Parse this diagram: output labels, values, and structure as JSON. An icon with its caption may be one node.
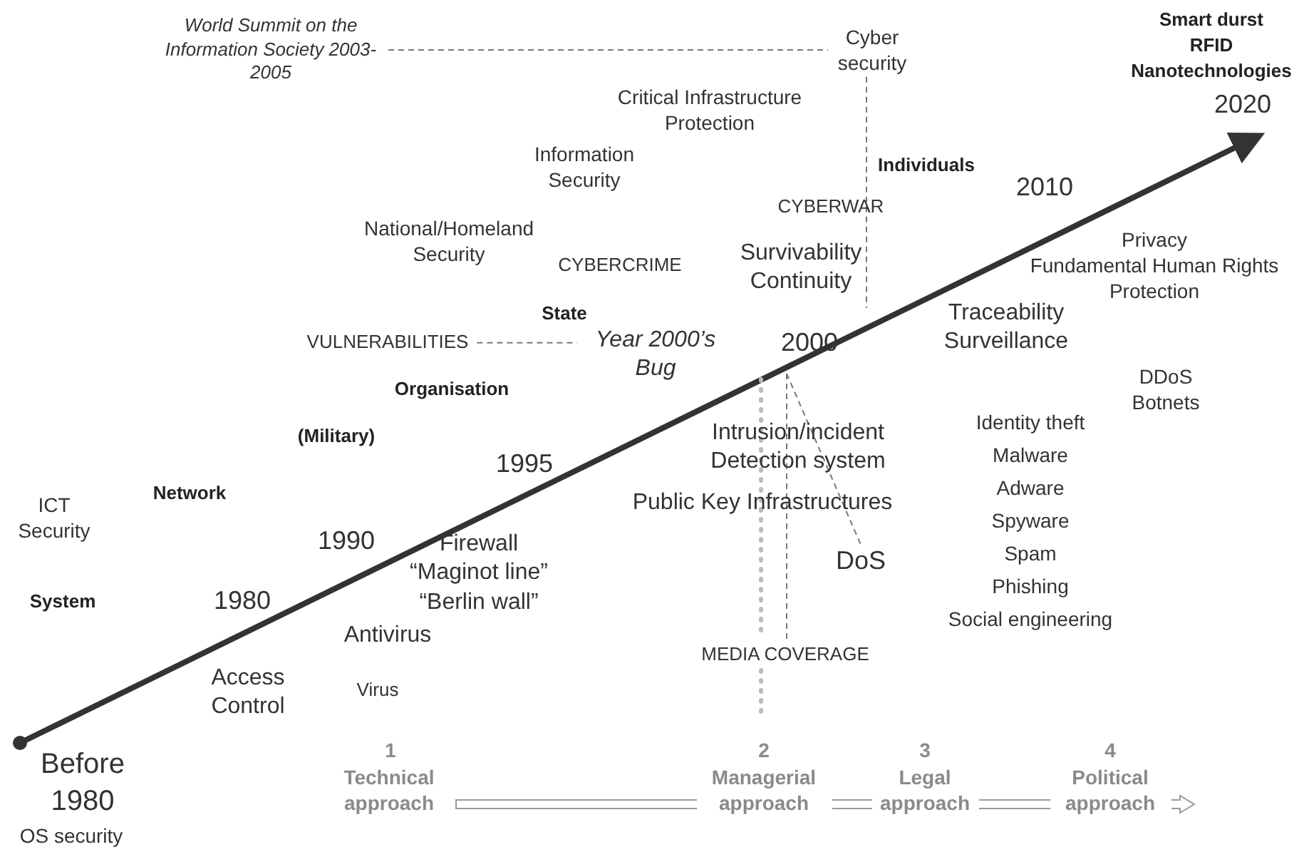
{
  "diagram": {
    "nodes": [
      {
        "text": [
          "World Summit on the Information Society 2003-2005"
        ]
      },
      {
        "text": [
          "Cyber security"
        ]
      },
      {
        "text": [
          "VULNERABILITIES"
        ]
      },
      {
        "text": [
          "Year 2000’s Bug"
        ]
      },
      {
        "text": [
          "2000"
        ]
      },
      {
        "text": [
          "DoS"
        ]
      },
      {
        "text": [
          "MEDIA COVERAGE"
        ]
      }
    ],
    "edges": [
      {
        "from": 0,
        "to": 1,
        "arrow": "none",
        "style": "dashed"
      },
      {
        "from": 1,
        "to": null,
        "arrow": "none",
        "style": "dashed"
      },
      {
        "from": 2,
        "to": 3,
        "arrow": "none",
        "style": "dashed"
      },
      {
        "from": 4,
        "to": 6,
        "arrow": "none",
        "style": "dashed"
      },
      {
        "from": 4,
        "to": 5,
        "arrow": "none",
        "style": "dashed"
      }
    ],
    "labels": [
      "Smart durst",
      "RFID",
      "Nanotechnologies",
      "2020",
      "Critical Infrastructure Protection",
      "Information Security",
      "Individuals",
      "2010",
      "CYBERWAR",
      "National/Homeland Security",
      "Privacy",
      "Fundamental Human Rights Protection",
      "Survivability Continuity",
      "CYBERCRIME",
      "Traceability Surveillance",
      "State",
      "Organisation",
      "DDoS Botnets",
      "Identity theft",
      "Malware",
      "Adware",
      "Spyware",
      "Spam",
      "Phishing",
      "Social engineering",
      "Intrusion/incident Detection system",
      "(Military)",
      "1995",
      "Network",
      "ICT Security",
      "Public Key Infrastructures",
      "1990",
      "Firewall “Maginot line” “Berlin wall”",
      "System",
      "1980",
      "Antivirus",
      "Access Control",
      "Virus",
      "Before 1980",
      "OS security",
      "1",
      "Technical approach",
      "2",
      "Managerial approach",
      "3",
      "Legal approach",
      "4",
      "Political approach"
    ]
  }
}
